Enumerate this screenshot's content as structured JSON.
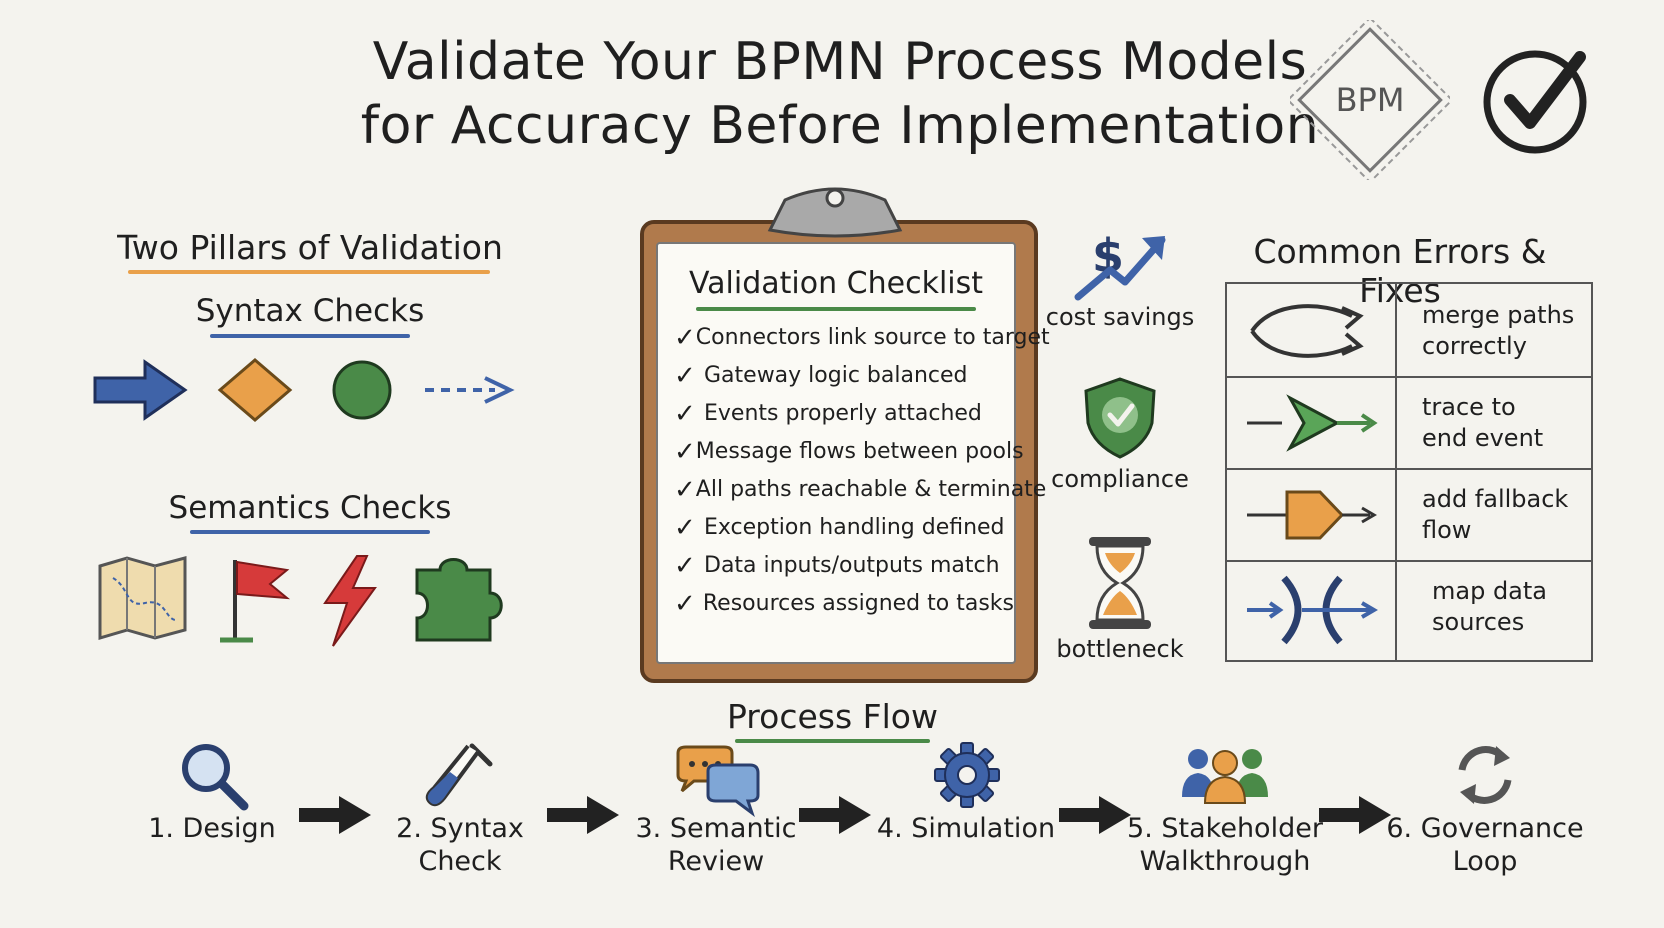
{
  "title": {
    "line1": "Validate Your BPMN Process Models",
    "line2": "for Accuracy Before Implementation"
  },
  "badges": {
    "bpm_text": "BPM"
  },
  "pillars": {
    "heading": "Two Pillars of Validation",
    "syntax": {
      "heading": "Syntax Checks",
      "icons": [
        "arrow-icon",
        "diamond-gateway-icon",
        "circle-event-icon",
        "dashed-arrow-icon"
      ]
    },
    "semantics": {
      "heading": "Semantics Checks",
      "icons": [
        "map-icon",
        "flag-icon",
        "lightning-icon",
        "puzzle-icon"
      ]
    }
  },
  "checklist": {
    "heading": "Validation Checklist",
    "items": [
      "Connectors link source to target",
      "Gateway logic balanced",
      "Events properly attached",
      "Message flows between pools",
      "All paths reachable & terminate",
      "Exception handling defined",
      "Data inputs/outputs match",
      "Resources assigned to tasks"
    ]
  },
  "benefits": [
    {
      "icon": "dollar-growth-icon",
      "label": "cost savings"
    },
    {
      "icon": "shield-check-icon",
      "label": "compliance"
    },
    {
      "icon": "hourglass-icon",
      "label": "bottleneck"
    }
  ],
  "errors": {
    "heading": "Common Errors & Fixes",
    "rows": [
      {
        "icon": "merge-paths-icon",
        "line1": "merge paths",
        "line2": "correctly"
      },
      {
        "icon": "trace-end-icon",
        "line1": "trace to",
        "line2": "end event"
      },
      {
        "icon": "fallback-flow-icon",
        "line1": "add fallback",
        "line2": "flow"
      },
      {
        "icon": "map-data-icon",
        "line1": "map data",
        "line2": "sources"
      }
    ]
  },
  "process_flow": {
    "heading": "Process Flow",
    "steps": [
      {
        "icon": "magnifier-icon",
        "line1": "1. Design",
        "line2": ""
      },
      {
        "icon": "test-tube-icon",
        "line1": "2. Syntax",
        "line2": "Check"
      },
      {
        "icon": "speech-bubbles-icon",
        "line1": "3. Semantic",
        "line2": "Review"
      },
      {
        "icon": "gear-icon",
        "line1": "4. Simulation",
        "line2": ""
      },
      {
        "icon": "people-icon",
        "line1": "5. Stakeholder",
        "line2": "Walkthrough"
      },
      {
        "icon": "refresh-icon",
        "line1": "6. Governance",
        "line2": "Loop"
      }
    ]
  },
  "colors": {
    "background": "#f4f3ee",
    "blue": "#3f63a8",
    "orange": "#e9a04a",
    "green": "#4a8a48",
    "red": "#d63a3a",
    "clipboard": "#a8744a"
  }
}
